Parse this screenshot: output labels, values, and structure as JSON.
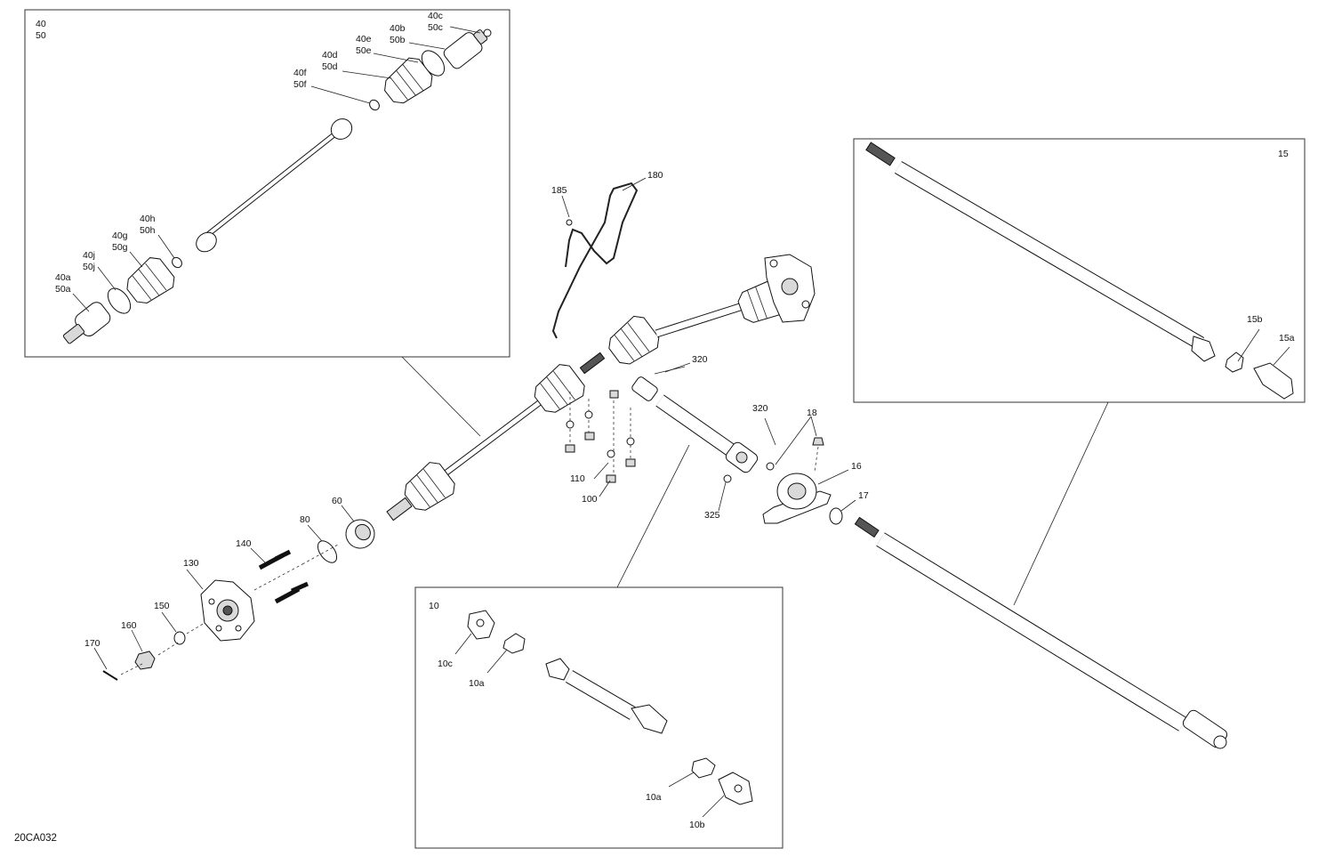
{
  "diagram_code": "20CA032",
  "inset_top_left": {
    "header": [
      "40",
      "50"
    ],
    "labels": {
      "c": [
        "40c",
        "50c"
      ],
      "b": [
        "40b",
        "50b"
      ],
      "e": [
        "40e",
        "50e"
      ],
      "d": [
        "40d",
        "50d"
      ],
      "f": [
        "40f",
        "50f"
      ],
      "h": [
        "40h",
        "50h"
      ],
      "g": [
        "40g",
        "50g"
      ],
      "j": [
        "40j",
        "50j"
      ],
      "a": [
        "40a",
        "50a"
      ]
    }
  },
  "inset_top_right": {
    "header": "15",
    "labels": {
      "b": "15b",
      "a": "15a"
    }
  },
  "inset_bottom": {
    "header": "10",
    "labels": {
      "c": "10c",
      "a1": "10a",
      "a2": "10a",
      "b": "10b"
    }
  },
  "callouts": {
    "p180": "180",
    "p185": "185",
    "p320a": "320",
    "p320b": "320",
    "p18": "18",
    "p16": "16",
    "p17": "17",
    "p325": "325",
    "p110": "110",
    "p100": "100",
    "p60": "60",
    "p80": "80",
    "p140": "140",
    "p130": "130",
    "p150": "150",
    "p160": "160",
    "p170": "170"
  }
}
